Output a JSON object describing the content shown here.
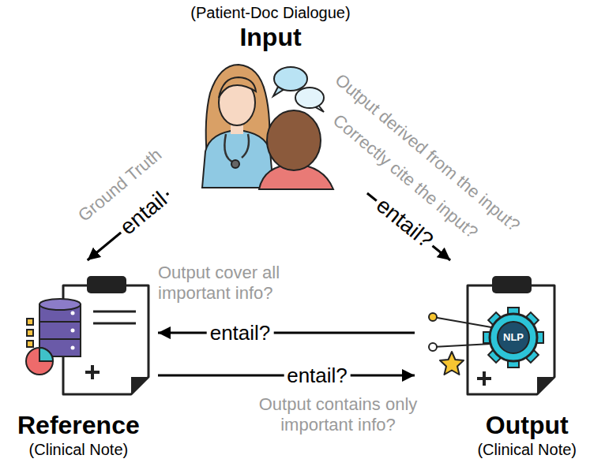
{
  "diagram": {
    "nodes": [
      {
        "text": [
          "(Patient-Doc Dialogue)",
          "Input"
        ]
      },
      {
        "text": [
          "Reference",
          "(Clinical Note)"
        ]
      },
      {
        "text": [
          "Output",
          "(Clinical Note)"
        ]
      }
    ],
    "edges": [
      {
        "from": 0,
        "to": 1,
        "arrow": "to",
        "label": "entail"
      },
      {
        "from": 0,
        "to": 2,
        "arrow": "to",
        "label": "entail?"
      },
      {
        "from": 2,
        "to": 1,
        "arrow": "to",
        "label": "entail?"
      },
      {
        "from": 1,
        "to": 2,
        "arrow": "to",
        "label": "entail?"
      }
    ],
    "labels": [
      "Ground Truth",
      "Output derived from the input?",
      "Correctly cite the input?",
      "Output cover all important info?",
      "Output contains only important info?",
      "NLP"
    ]
  }
}
